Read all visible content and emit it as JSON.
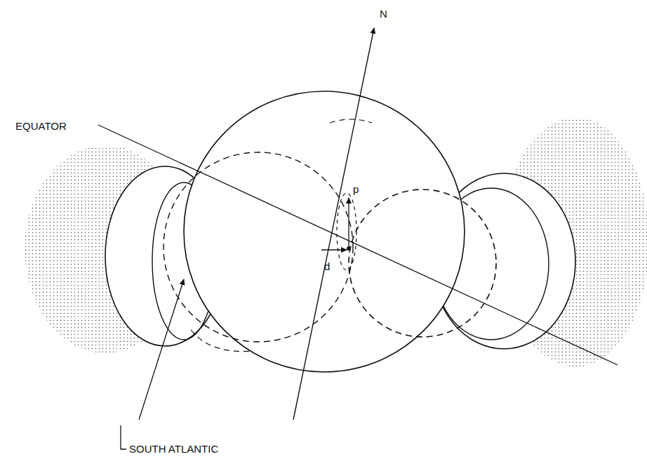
{
  "diagram": {
    "labels": [
      "N",
      "EQUATOR",
      "p",
      "d",
      "SOUTH ATLANTIC"
    ]
  }
}
